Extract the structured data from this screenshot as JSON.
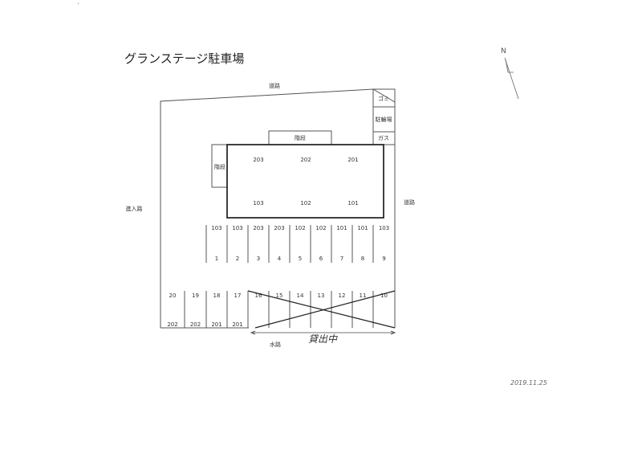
{
  "title": "グランステージ駐車場",
  "labels": {
    "road_top": "道路",
    "road_right": "道路",
    "entrance": "進入路",
    "waterway": "水路",
    "garbage": "ゴミ",
    "bicycle": "駐輪場",
    "gas": "ガス",
    "stairs_top": "階段",
    "stairs_left": "階段",
    "rented": "貸出中",
    "north": "N",
    "date": "2019.11.25"
  },
  "building_units": {
    "upper": [
      "203",
      "202",
      "201"
    ],
    "lower": [
      "103",
      "102",
      "101"
    ]
  },
  "top_row": {
    "numbers": [
      "1",
      "2",
      "3",
      "4",
      "5",
      "6",
      "7",
      "8",
      "9"
    ],
    "units": [
      "103",
      "103",
      "203",
      "203",
      "102",
      "102",
      "101",
      "101",
      "103"
    ]
  },
  "bottom_row": {
    "numbers": [
      "20",
      "19",
      "18",
      "17",
      "16",
      "15",
      "14",
      "13",
      "12",
      "11",
      "10"
    ],
    "units": [
      "202",
      "202",
      "201",
      "201",
      "",
      "",
      "",
      "",
      "",
      "",
      ""
    ]
  }
}
